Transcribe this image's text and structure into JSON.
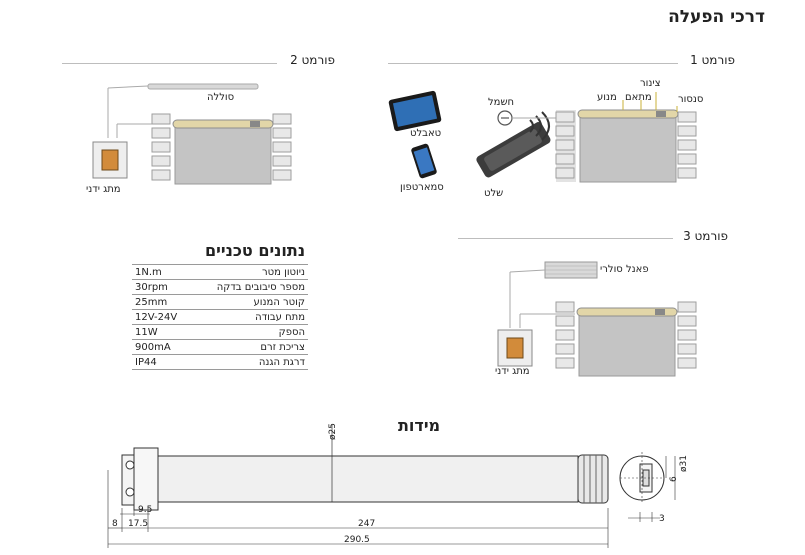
{
  "page_title": "דרכי הפעלה",
  "format1": {
    "title": "פורמט 1",
    "labels": {
      "sensor": "סנסור",
      "tzinor": "צינור",
      "adapter": "מתאם",
      "motor": "מנוע",
      "electricity": "חשמל",
      "tablet": "טאבלט",
      "smartphone": "סמארטפון",
      "remote": "שלט"
    }
  },
  "format2": {
    "title": "פורמט 2",
    "labels": {
      "roll": "סוללה",
      "wall_switch": "מתג ידני"
    }
  },
  "format3": {
    "title": "פורמט 3",
    "labels": {
      "solar_panel": "פאנל סולרי",
      "wall_switch": "מתג ידני"
    }
  },
  "specs": {
    "title": "נתונים טכניים",
    "rows": [
      {
        "label": "ניוטון מטר",
        "value": "1N.m"
      },
      {
        "label": "מספר סיבובים בדקה",
        "value": "30rpm"
      },
      {
        "label": "קוטר המנוע",
        "value": "25mm"
      },
      {
        "label": "מתח עבודה",
        "value": "12V-24V"
      },
      {
        "label": "הספק",
        "value": "11W"
      },
      {
        "label": "צריכת זרם",
        "value": "900mA"
      },
      {
        "label": "דרגת הגנה",
        "value": "IP44"
      }
    ]
  },
  "dimensions": {
    "title": "מידות",
    "diameter": "ø25",
    "d8": "8",
    "d17_5": "17.5",
    "d9_5": "9.5",
    "d247": "247",
    "d290_5": "290.5",
    "side_d31": "ø31",
    "side_6": "6",
    "side_3": "3"
  }
}
